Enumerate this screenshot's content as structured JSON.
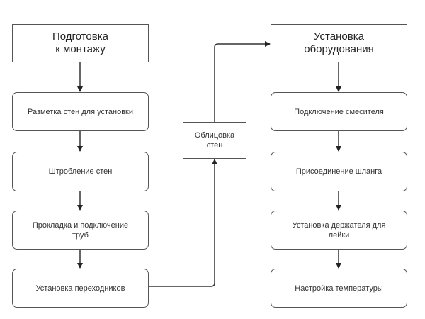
{
  "diagram": {
    "left_column": {
      "header": "Подготовка\nк монтажу",
      "steps": [
        "Разметка стен для установки",
        "Штробление стен",
        "Прокладка и подключение\nтруб",
        "Установка переходников"
      ]
    },
    "middle": {
      "step": "Облицовка\nстен"
    },
    "right_column": {
      "header": "Установка\nоборудования",
      "steps": [
        "Подключение смесителя",
        "Присоединение шланга",
        "Установка держателя для\nлейки",
        "Настройка температуры"
      ]
    },
    "colors": {
      "line": "#333333",
      "border": "#555555",
      "background": "#ffffff"
    }
  }
}
